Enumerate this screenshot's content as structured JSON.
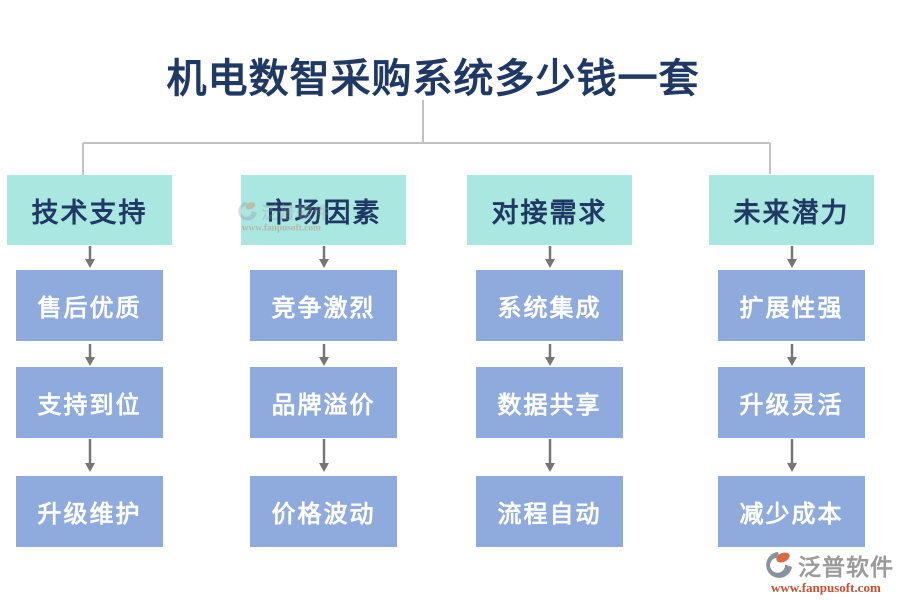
{
  "title": "机电数智采购系统多少钱一套",
  "columns": [
    {
      "header": "技术支持",
      "items": [
        "售后优质",
        "支持到位",
        "升级维护"
      ]
    },
    {
      "header": "市场因素",
      "items": [
        "竞争激烈",
        "品牌溢价",
        "价格波动"
      ]
    },
    {
      "header": "对接需求",
      "items": [
        "系统集成",
        "数据共享",
        "流程自动"
      ]
    },
    {
      "header": "未来潜力",
      "items": [
        "扩展性强",
        "升级灵活",
        "减少成本"
      ]
    }
  ],
  "watermark": {
    "brand": "泛普软件",
    "url": "www.fanpusoft.com"
  },
  "colors": {
    "header_fill": "#aae7e0",
    "item_fill": "#8faadc",
    "title_text": "#1f3864",
    "item_text": "#ffffff",
    "connector": "#c2c2c2",
    "arrow": "#767676",
    "brand_text": "#9b9b9b",
    "url_text": "#c8502e"
  }
}
